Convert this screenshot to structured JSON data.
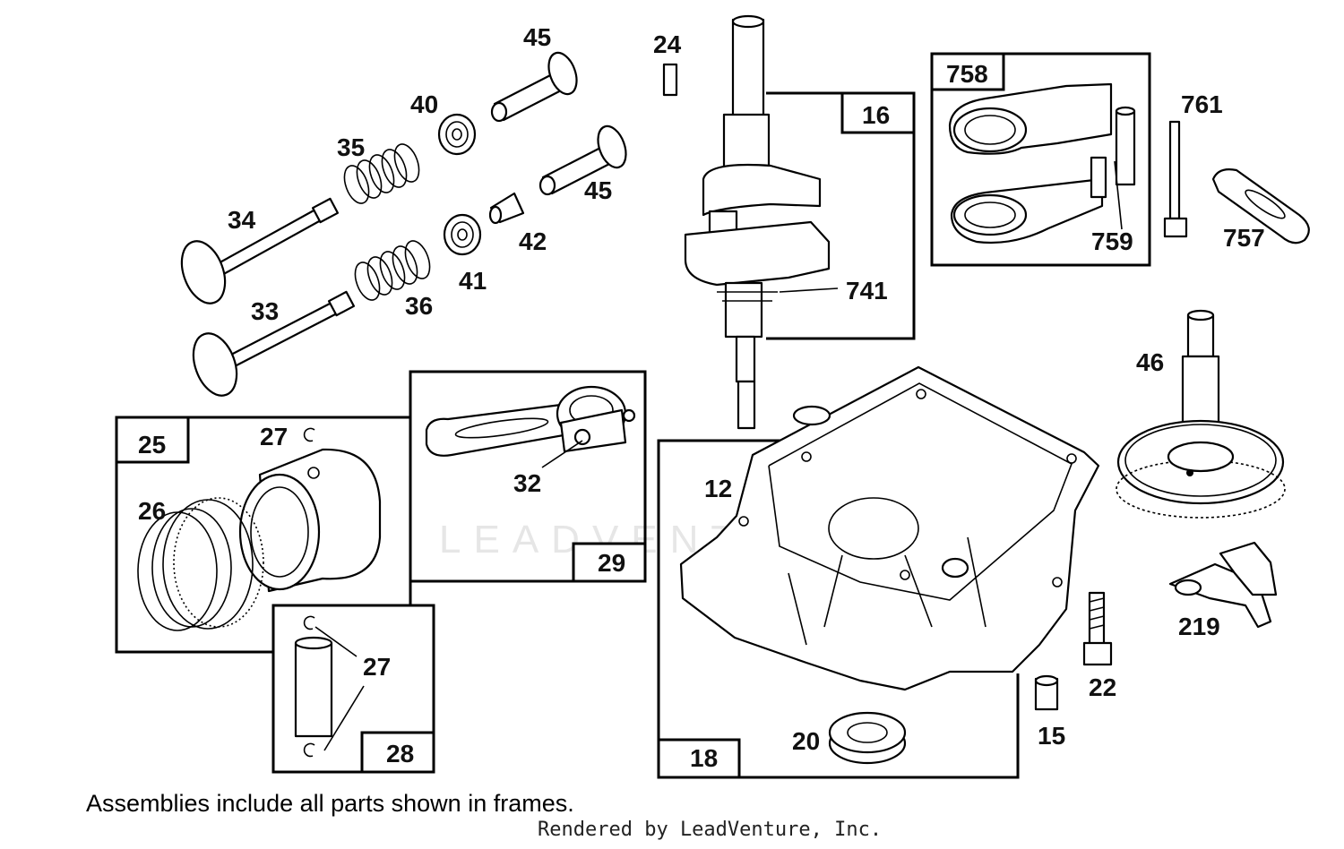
{
  "labels": {
    "p45a": "45",
    "p24": "24",
    "p16": "16",
    "p758": "758",
    "p761": "761",
    "p40": "40",
    "p35": "35",
    "p45b": "45",
    "p34": "34",
    "p42": "42",
    "p757": "757",
    "p759": "759",
    "p41": "41",
    "p741": "741",
    "p33": "33",
    "p36": "36",
    "p46": "46",
    "p27a": "27",
    "p25": "25",
    "p32": "32",
    "p12": "12",
    "p26": "26",
    "p29": "29",
    "p219": "219",
    "p27b": "27",
    "p22": "22",
    "p28": "28",
    "p18": "18",
    "p20": "20",
    "p15": "15"
  },
  "note": "Assemblies include all parts shown in frames.",
  "credit": "Rendered by LeadVenture, Inc.",
  "watermark": "LEADVENTURE"
}
